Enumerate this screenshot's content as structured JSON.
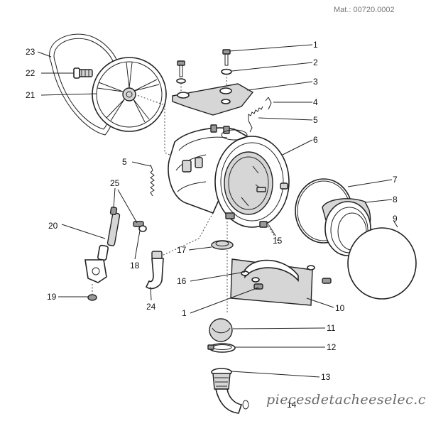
{
  "reference_text": "Mat.: 00720.0002",
  "watermark": "piecesdetacheeselec.com",
  "callouts": [
    {
      "id": "c1a",
      "label": "1"
    },
    {
      "id": "c2",
      "label": "2"
    },
    {
      "id": "c3",
      "label": "3"
    },
    {
      "id": "c4",
      "label": "4"
    },
    {
      "id": "c5a",
      "label": "5"
    },
    {
      "id": "c6",
      "label": "6"
    },
    {
      "id": "c5b",
      "label": "5"
    },
    {
      "id": "c7",
      "label": "7"
    },
    {
      "id": "c8",
      "label": "8"
    },
    {
      "id": "c9",
      "label": "9"
    },
    {
      "id": "c10",
      "label": "10"
    },
    {
      "id": "c11",
      "label": "11"
    },
    {
      "id": "c12",
      "label": "12"
    },
    {
      "id": "c13",
      "label": "13"
    },
    {
      "id": "c14",
      "label": "14"
    },
    {
      "id": "c15",
      "label": "15"
    },
    {
      "id": "c16",
      "label": "16"
    },
    {
      "id": "c1b",
      "label": "1"
    },
    {
      "id": "c17",
      "label": "17"
    },
    {
      "id": "c18",
      "label": "18"
    },
    {
      "id": "c19",
      "label": "19"
    },
    {
      "id": "c20",
      "label": "20"
    },
    {
      "id": "c21",
      "label": "21"
    },
    {
      "id": "c22",
      "label": "22"
    },
    {
      "id": "c23",
      "label": "23"
    },
    {
      "id": "c24",
      "label": "24"
    },
    {
      "id": "c25",
      "label": "25"
    }
  ]
}
